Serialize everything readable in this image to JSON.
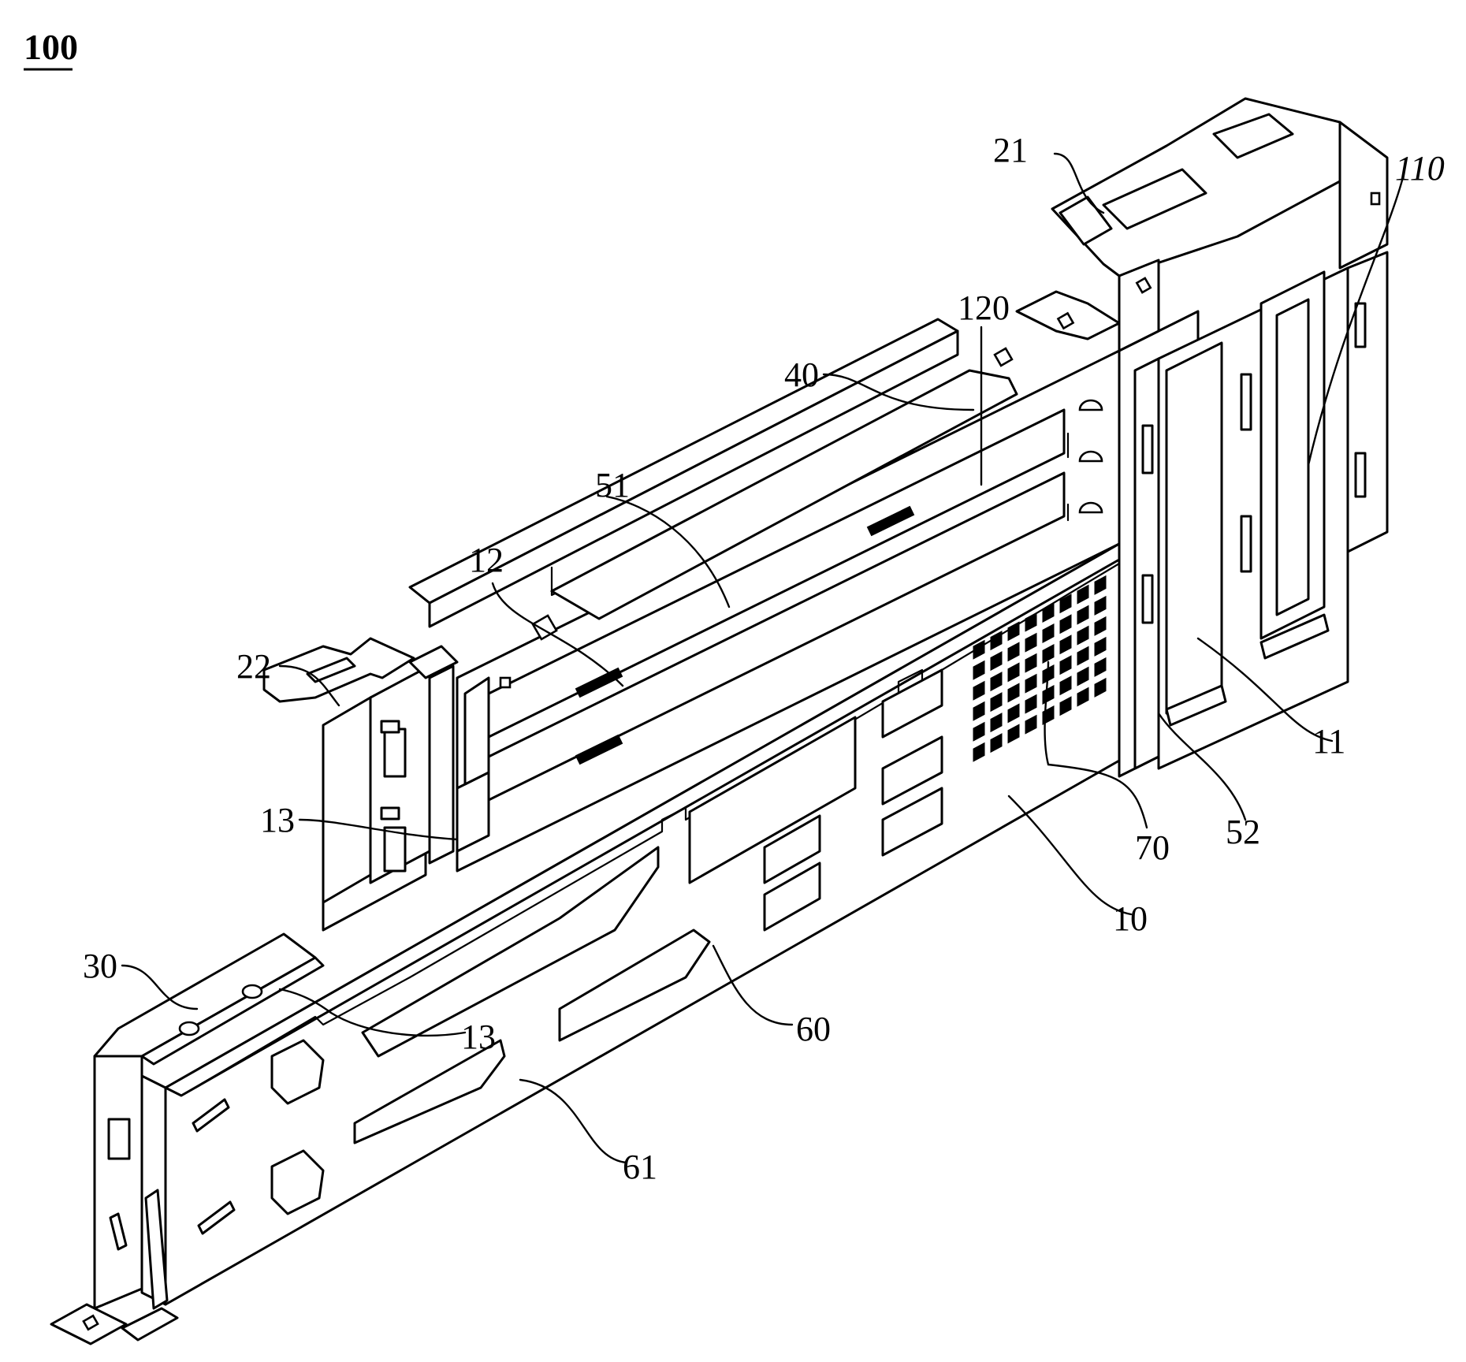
{
  "figure": {
    "number": "100"
  },
  "callouts": [
    {
      "id": "21",
      "text": "21"
    },
    {
      "id": "110",
      "text": "110"
    },
    {
      "id": "120",
      "text": "120"
    },
    {
      "id": "40",
      "text": "40"
    },
    {
      "id": "51",
      "text": "51"
    },
    {
      "id": "12",
      "text": "12"
    },
    {
      "id": "22",
      "text": "22"
    },
    {
      "id": "13a",
      "text": "13"
    },
    {
      "id": "11",
      "text": "11"
    },
    {
      "id": "70",
      "text": "70"
    },
    {
      "id": "52",
      "text": "52"
    },
    {
      "id": "10",
      "text": "10"
    },
    {
      "id": "30",
      "text": "30"
    },
    {
      "id": "13b",
      "text": "13"
    },
    {
      "id": "60",
      "text": "60"
    },
    {
      "id": "61",
      "text": "61"
    }
  ]
}
